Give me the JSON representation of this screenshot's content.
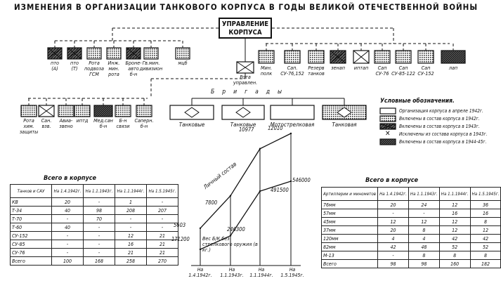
{
  "title": "ИЗМЕНЕНИЯ В ОРГАНИЗАЦИИ ТАНКОВОГО КОРПУСА В ГОДЫ ВЕЛИКОЙ ОТЕЧЕСТВЕННОЙ ВОЙНЫ",
  "hq": {
    "line1": "УПРАВЛЕНИЕ",
    "line2": "КОРПУСА"
  },
  "left_units": [
    {
      "label": "пто\n(А)",
      "fill": "hatch"
    },
    {
      "label": "пто\n(Т)",
      "fill": "hatch"
    },
    {
      "label": "Рота\nподвоза\nГСМ",
      "fill": "dots"
    },
    {
      "label": "Инж.\nмин.\nрота",
      "fill": "dots"
    },
    {
      "label": "Броне-\nавто\nб-н",
      "fill": "hatch"
    },
    {
      "label": "Гв.мин.\nдивизион",
      "fill": "dots"
    },
    {
      "label": "мцб",
      "fill": "dots"
    }
  ],
  "center_unit": {
    "label": "Рота\nуправлен.",
    "fill": "cross"
  },
  "right_units": [
    {
      "label": "Мин.\nполк",
      "fill": "dots"
    },
    {
      "label": "Сап.\nСУ-76,152",
      "fill": "dots"
    },
    {
      "label": "Резерв\nтанков",
      "fill": "dots"
    },
    {
      "label": "зенап",
      "fill": "hatch"
    },
    {
      "label": "иптап",
      "fill": "cross"
    },
    {
      "label": "Сап\nСУ-76",
      "fill": "dots"
    },
    {
      "label": "Сап\nСУ-85-122",
      "fill": "dots"
    },
    {
      "label": "Сап\nСУ-152",
      "fill": "dots"
    },
    {
      "label": "лап",
      "fill": "dark"
    }
  ],
  "bottom_units": [
    {
      "label": "Рота\nхим.\nзащиты",
      "fill": "dots"
    },
    {
      "label": "Сан.\nвзв.",
      "fill": "cross"
    },
    {
      "label": "Авиа-\nзвено",
      "fill": "dots"
    },
    {
      "label": "иптд",
      "fill": "dots"
    },
    {
      "label": "Мед.сан\nб-н",
      "fill": "dark"
    },
    {
      "label": "Б-н\nсвязи",
      "fill": "dots"
    },
    {
      "label": "Саперн.\nб-н",
      "fill": "dots"
    }
  ],
  "brigades_label": "Бригады",
  "brigades": [
    {
      "label": "Танковые",
      "fill": "white",
      "diamond": true
    },
    {
      "label": "Танковые",
      "fill": "white",
      "diamond": true
    },
    {
      "label": "Мотострелковая",
      "fill": "white",
      "diamond": false
    },
    {
      "label": "Танковая",
      "fill": "dots",
      "diamond": true
    }
  ],
  "legend": {
    "title": "Условные обозначения.",
    "items": [
      {
        "type": "white",
        "text": "Организация корпуса в апреле 1942г."
      },
      {
        "type": "dots",
        "text": "Включены в состав корпуса в 1942г."
      },
      {
        "type": "hatch",
        "text": "Включены в состав корпуса в 1943г."
      },
      {
        "type": "x",
        "text": "Исключены из состава корпуса в 1943г."
      },
      {
        "type": "dark",
        "text": "Включены в состав корпуса в 1944-45г."
      }
    ]
  },
  "tank_table": {
    "title": "Всего в корпусе",
    "headers": [
      "Танков и САУ",
      "На 1.4.1942г.",
      "На 1.1.1943г.",
      "На 1.1.1944г.",
      "На 1.5.1945г."
    ],
    "rows": [
      [
        "КВ",
        "20",
        "-",
        "1",
        "-"
      ],
      [
        "Т-34",
        "40",
        "98",
        "208",
        "207"
      ],
      [
        "Т-70",
        "-",
        "70",
        "-",
        "-"
      ],
      [
        "Т-60",
        "40",
        "-",
        "-",
        "-"
      ],
      [
        "СУ-152",
        "-",
        "-",
        "12",
        "21"
      ],
      [
        "СУ-85",
        "-",
        "-",
        "16",
        "21"
      ],
      [
        "СУ-76",
        "-",
        "-",
        "21",
        "21"
      ],
      [
        "Всего",
        "100",
        "168",
        "258",
        "270"
      ]
    ]
  },
  "art_table": {
    "title": "Всего в корпусе",
    "headers": [
      "Артиллерии и минометов",
      "На 1.4.1942г.",
      "На 1.1.1943г.",
      "На 1.1.1944г.",
      "На 1.5.1945г."
    ],
    "rows": [
      [
        "76мм",
        "20",
        "24",
        "12",
        "36"
      ],
      [
        "57мм",
        "-",
        "-",
        "16",
        "16"
      ],
      [
        "45мм",
        "12",
        "12",
        "12",
        "8"
      ],
      [
        "37мм",
        "20",
        "8",
        "12",
        "12"
      ],
      [
        "120мм",
        "4",
        "4",
        "42",
        "42"
      ],
      [
        "82мм",
        "42",
        "48",
        "52",
        "52"
      ],
      [
        "М-13",
        "-",
        "8",
        "8",
        "8"
      ],
      [
        "Всего",
        "98",
        "98",
        "160",
        "182"
      ]
    ]
  },
  "chart_data": {
    "type": "line",
    "x": [
      "На 1.4.1942г.",
      "На 1.1.1943г.",
      "На 1.1.1944г.",
      "На 1.5.1945г."
    ],
    "series": [
      {
        "name": "Личный состав",
        "values": [
          5603,
          7800,
          10977,
          12010
        ]
      },
      {
        "name": "Вес Б/К без стрелкового оружия (в кг.)",
        "values": [
          171200,
          246300,
          491500,
          546000
        ]
      }
    ]
  }
}
